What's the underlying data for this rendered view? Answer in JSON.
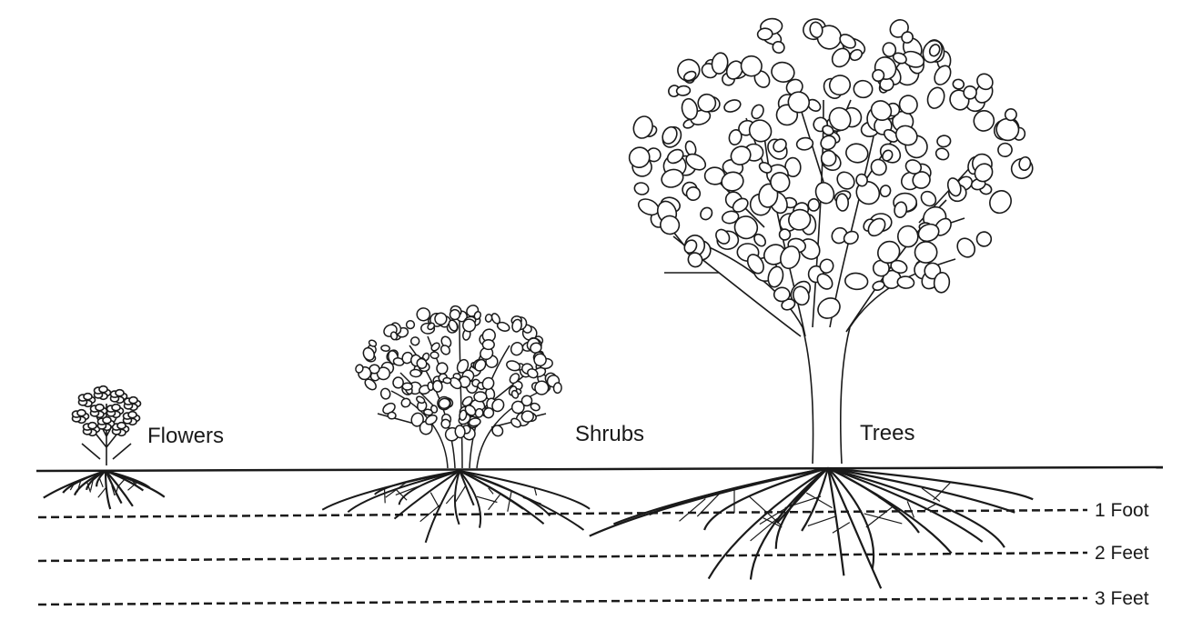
{
  "diagram": {
    "plants": [
      {
        "id": "flowers",
        "label": "Flowers"
      },
      {
        "id": "shrubs",
        "label": "Shrubs"
      },
      {
        "id": "trees",
        "label": "Trees"
      }
    ],
    "depth_markers": [
      {
        "id": "one",
        "label": "1 Foot"
      },
      {
        "id": "two",
        "label": "2 Feet"
      },
      {
        "id": "three",
        "label": "3 Feet"
      }
    ],
    "colors": {
      "ink": "#1a1a1a",
      "background": "#ffffff"
    }
  }
}
